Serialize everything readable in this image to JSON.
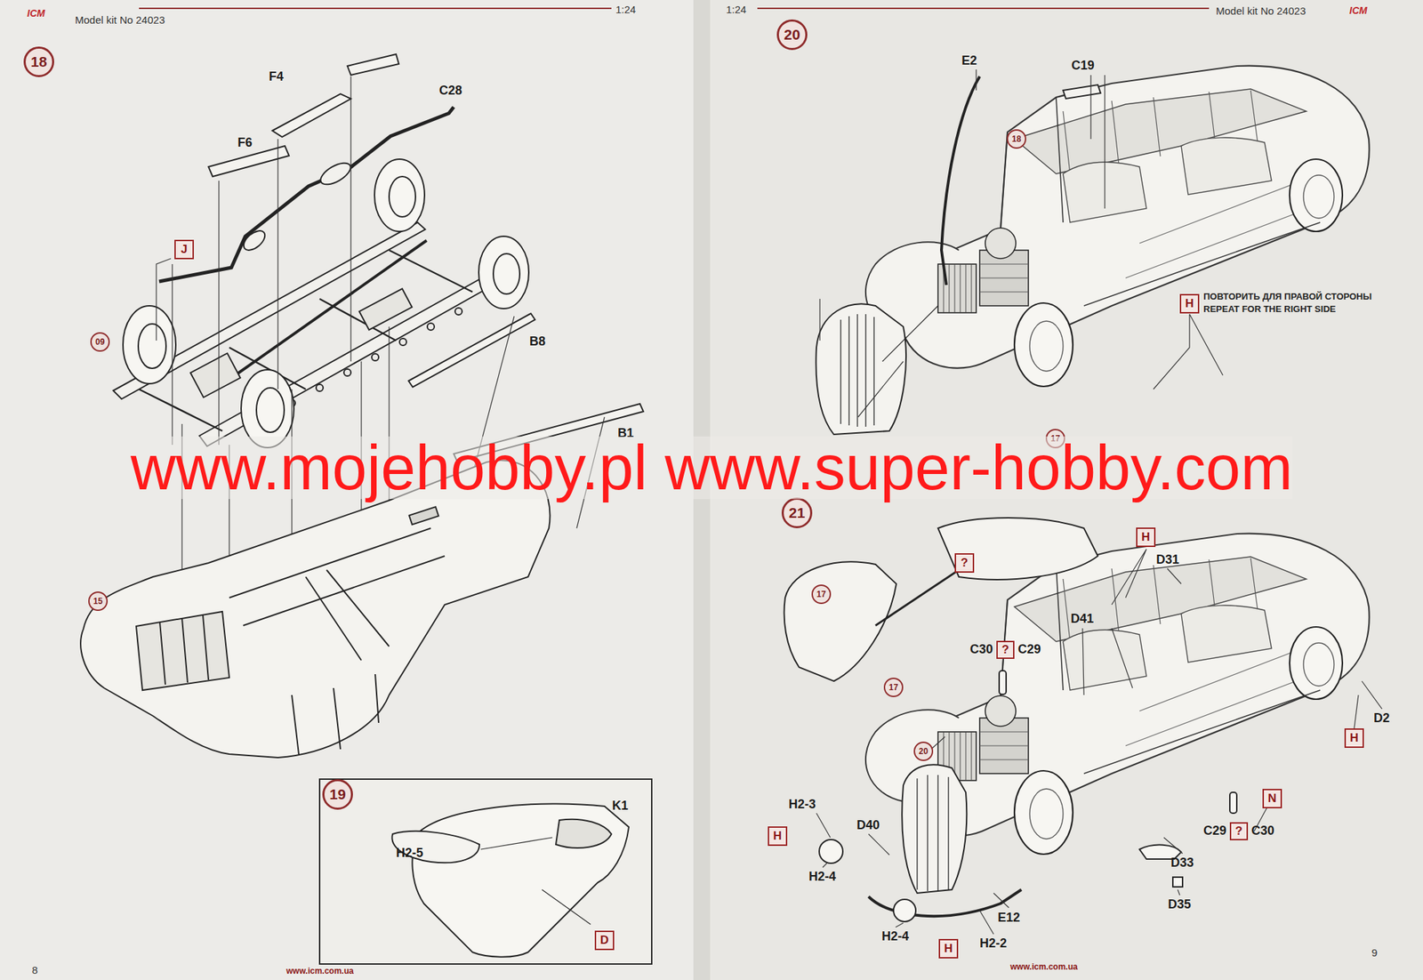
{
  "diagram": {
    "nodes": [
      {
        "text": [
          "18"
        ]
      },
      {
        "text": [
          "J"
        ]
      },
      {
        "text": [
          "09"
        ]
      },
      {
        "text": [
          "15"
        ]
      },
      {
        "text": [
          "19"
        ]
      },
      {
        "text": [
          "D"
        ]
      },
      {
        "text": [
          "20"
        ]
      },
      {
        "text": [
          "18"
        ]
      },
      {
        "text": [
          "H"
        ]
      },
      {
        "text": [
          "17"
        ]
      },
      {
        "text": [
          "21"
        ]
      },
      {
        "text": [
          "H"
        ]
      },
      {
        "text": [
          "?"
        ]
      },
      {
        "text": [
          "17"
        ]
      },
      {
        "text": [
          "?"
        ]
      },
      {
        "text": [
          "17"
        ]
      },
      {
        "text": [
          "H"
        ]
      },
      {
        "text": [
          "20"
        ]
      },
      {
        "text": [
          "N"
        ]
      },
      {
        "text": [
          "?"
        ]
      },
      {
        "text": [
          "H"
        ]
      },
      {
        "text": [
          "H"
        ]
      }
    ],
    "labels": [
      "ICM",
      "Model kit No 24023",
      "1:24",
      "1:24",
      "Model kit No 24023",
      "ICM",
      "F4",
      "C28",
      "F6",
      "B8",
      "B1",
      "www.mojehobby.pl www.super-hobby.com",
      "K1",
      "H2-5",
      "8",
      "www.icm.com.ua",
      "E2",
      "C19",
      "ПОВТОРИТЬ ДЛЯ ПРАВОЙ СТОРОНЫ",
      "REPEAT FOR THE RIGHT SIDE",
      "D31",
      "D41",
      "C30",
      "C29",
      "D2",
      "C29",
      "C30",
      "H2-3",
      "D40",
      "H2-4",
      "D33",
      "D35",
      "E12",
      "H2-4",
      "H2-2",
      "www.icm.com.ua",
      "9"
    ]
  }
}
